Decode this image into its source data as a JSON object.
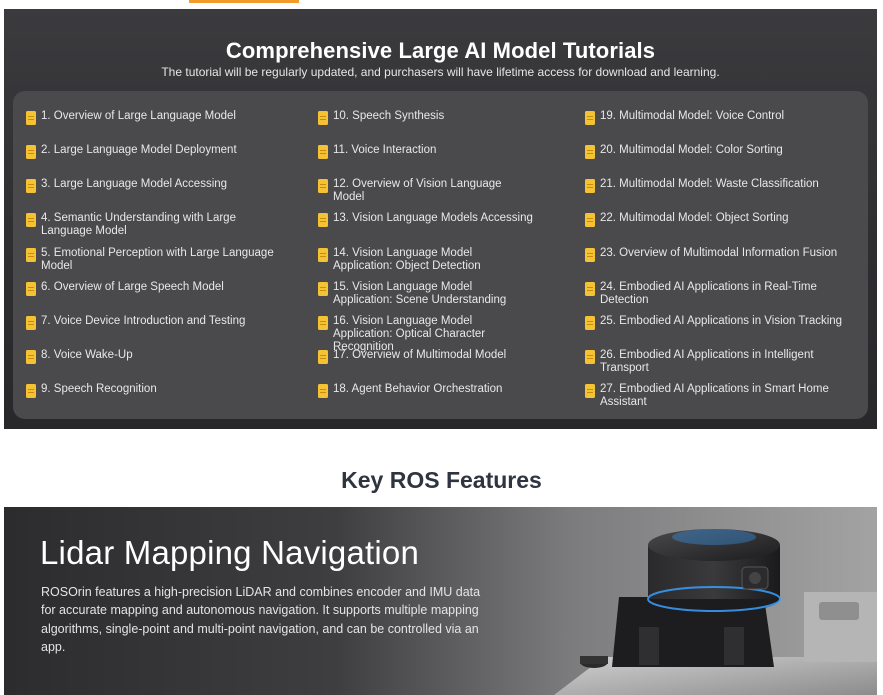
{
  "tutorials": {
    "title": "Comprehensive Large AI Model Tutorials",
    "subtitle": "The tutorial will be regularly updated, and purchasers will have lifetime access for download and learning.",
    "items": [
      "1. Overview of Large Language Model",
      "2. Large Language Model Deployment",
      "3. Large Language Model Accessing",
      "4. Semantic Understanding with Large Language Model",
      "5. Emotional Perception with Large Language Model",
      "6. Overview of Large Speech Model",
      "7. Voice Device Introduction and Testing",
      "8. Voice Wake-Up",
      "9. Speech Recognition",
      "10. Speech Synthesis",
      "11. Voice Interaction",
      "12. Overview of Vision Language Model",
      "13. Vision Language Models Accessing",
      "14. Vision Language Model Application: Object Detection",
      "15. Vision Language Model Application: Scene Understanding",
      "16. Vision Language Model Application: Optical Character Recognition",
      "17. Overview of Multimodal Model",
      "18. Agent Behavior Orchestration",
      "19. Multimodal Model: Voice Control",
      "20. Multimodal Model: Color Sorting",
      "21. Multimodal Model: Waste Classification",
      "22. Multimodal Model: Object Sorting",
      "23. Overview of Multimodal Information Fusion",
      "24. Embodied AI Applications in Real-Time Detection",
      "25. Embodied AI Applications in Vision Tracking",
      "26. Embodied AI Applications in Intelligent Transport",
      "27. Embodied AI Applications in Smart Home Assistant"
    ],
    "icon": "document-icon",
    "icon_color": "#f4c232"
  },
  "features": {
    "heading": "Key ROS Features",
    "banner": {
      "title": "Lidar Mapping Navigation",
      "description": "ROSOrin features a high-precision LiDAR and combines encoder and IMU data for accurate mapping and autonomous navigation. It supports multiple mapping algorithms, single-point and multi-point navigation, and can be controlled via an app."
    }
  },
  "colors": {
    "accent": "#f39a2b",
    "panel_background": "#333336",
    "heading_text": "#2e3440",
    "lidar_glow": "#3aa0ff"
  }
}
